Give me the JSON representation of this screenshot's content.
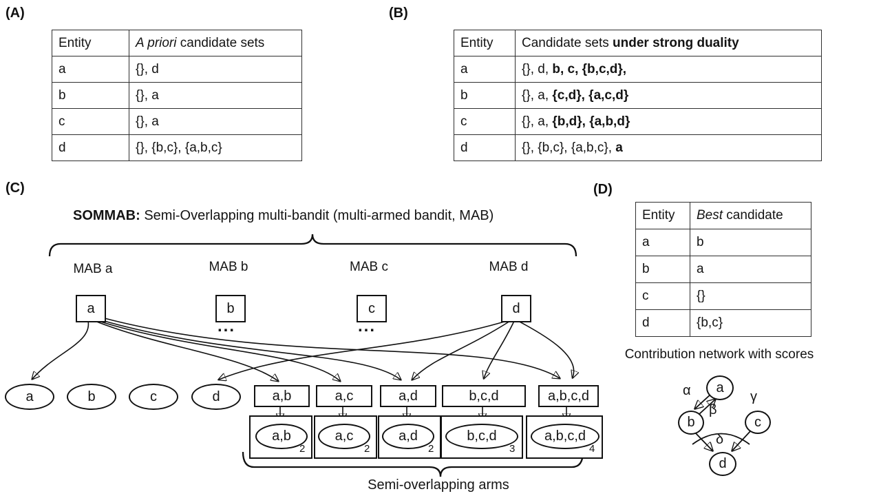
{
  "panel_labels": {
    "a": "(A)",
    "b": "(B)",
    "c": "(C)",
    "d": "(D)"
  },
  "table_a": {
    "header": {
      "entity": "Entity",
      "candidates": [
        {
          "text": "A priori",
          "italic": true
        },
        {
          "text": " candidate sets"
        }
      ]
    },
    "rows": [
      {
        "entity": "a",
        "candidates": [
          {
            "text": "{}, d"
          }
        ]
      },
      {
        "entity": "b",
        "candidates": [
          {
            "text": "{}, a"
          }
        ]
      },
      {
        "entity": "c",
        "candidates": [
          {
            "text": "{}, a"
          }
        ]
      },
      {
        "entity": "d",
        "candidates": [
          {
            "text": "{}, {b,c}, {a,b,c}"
          }
        ]
      }
    ]
  },
  "table_b": {
    "header": {
      "entity": "Entity",
      "candidates": [
        {
          "text": "Candidate sets "
        },
        {
          "text": "under strong duality",
          "bold": true
        }
      ]
    },
    "rows": [
      {
        "entity": "a",
        "candidates": [
          {
            "text": "{}, d, "
          },
          {
            "text": "b, c, {b,c,d},",
            "bold": true
          }
        ]
      },
      {
        "entity": "b",
        "candidates": [
          {
            "text": "{}, a, "
          },
          {
            "text": "{c,d}, {a,c,d}",
            "bold": true
          }
        ]
      },
      {
        "entity": "c",
        "candidates": [
          {
            "text": "{}, a, "
          },
          {
            "text": "{b,d}, {a,b,d}",
            "bold": true
          }
        ]
      },
      {
        "entity": "d",
        "candidates": [
          {
            "text": "{}, {b,c}, {a,b,c}, "
          },
          {
            "text": "a",
            "bold": true
          }
        ]
      }
    ]
  },
  "table_d": {
    "header": {
      "entity": "Entity",
      "candidates": [
        {
          "text": "Best",
          "italic": true
        },
        {
          "text": " candidate"
        }
      ]
    },
    "rows": [
      {
        "entity": "a",
        "candidates": [
          {
            "text": "b"
          }
        ]
      },
      {
        "entity": "b",
        "candidates": [
          {
            "text": "a"
          }
        ]
      },
      {
        "entity": "c",
        "candidates": [
          {
            "text": "{}"
          }
        ]
      },
      {
        "entity": "d",
        "candidates": [
          {
            "text": "{b,c}"
          }
        ]
      }
    ]
  },
  "sommab": {
    "title": [
      {
        "text": "SOMMAB:",
        "bold": true
      },
      {
        "text": " Semi-Overlapping multi-bandit (multi-armed bandit, MAB)"
      }
    ],
    "mabs": [
      {
        "label": "MAB a"
      },
      {
        "label": "MAB b"
      },
      {
        "label": "MAB c"
      },
      {
        "label": "MAB d"
      }
    ],
    "entity_boxes": [
      {
        "label": "a"
      },
      {
        "label": "b"
      },
      {
        "label": "c"
      },
      {
        "label": "d"
      }
    ],
    "ellipsis_b": "...",
    "ellipsis_c": "...",
    "singleton_arms": [
      {
        "label": "a"
      },
      {
        "label": "b"
      },
      {
        "label": "c"
      },
      {
        "label": "d"
      }
    ],
    "arm_boxes": [
      {
        "label": "a,b"
      },
      {
        "label": "a,c"
      },
      {
        "label": "a,d"
      },
      {
        "label": "b,c,d"
      },
      {
        "label": "a,b,c,d"
      }
    ],
    "arm_cells": [
      {
        "label": "a,b",
        "count": "2"
      },
      {
        "label": "a,c",
        "count": "2"
      },
      {
        "label": "a,d",
        "count": "2"
      },
      {
        "label": "b,c,d",
        "count": "3"
      },
      {
        "label": "a,b,c,d",
        "count": "4"
      }
    ],
    "arms_caption": "Semi-overlapping arms"
  },
  "network": {
    "title": "Contribution network with scores",
    "nodes": [
      {
        "label": "a"
      },
      {
        "label": "b"
      },
      {
        "label": "c"
      },
      {
        "label": "d"
      }
    ],
    "edge_labels": {
      "alpha": "α",
      "beta": "β",
      "gamma": "γ",
      "delta": "δ"
    }
  }
}
